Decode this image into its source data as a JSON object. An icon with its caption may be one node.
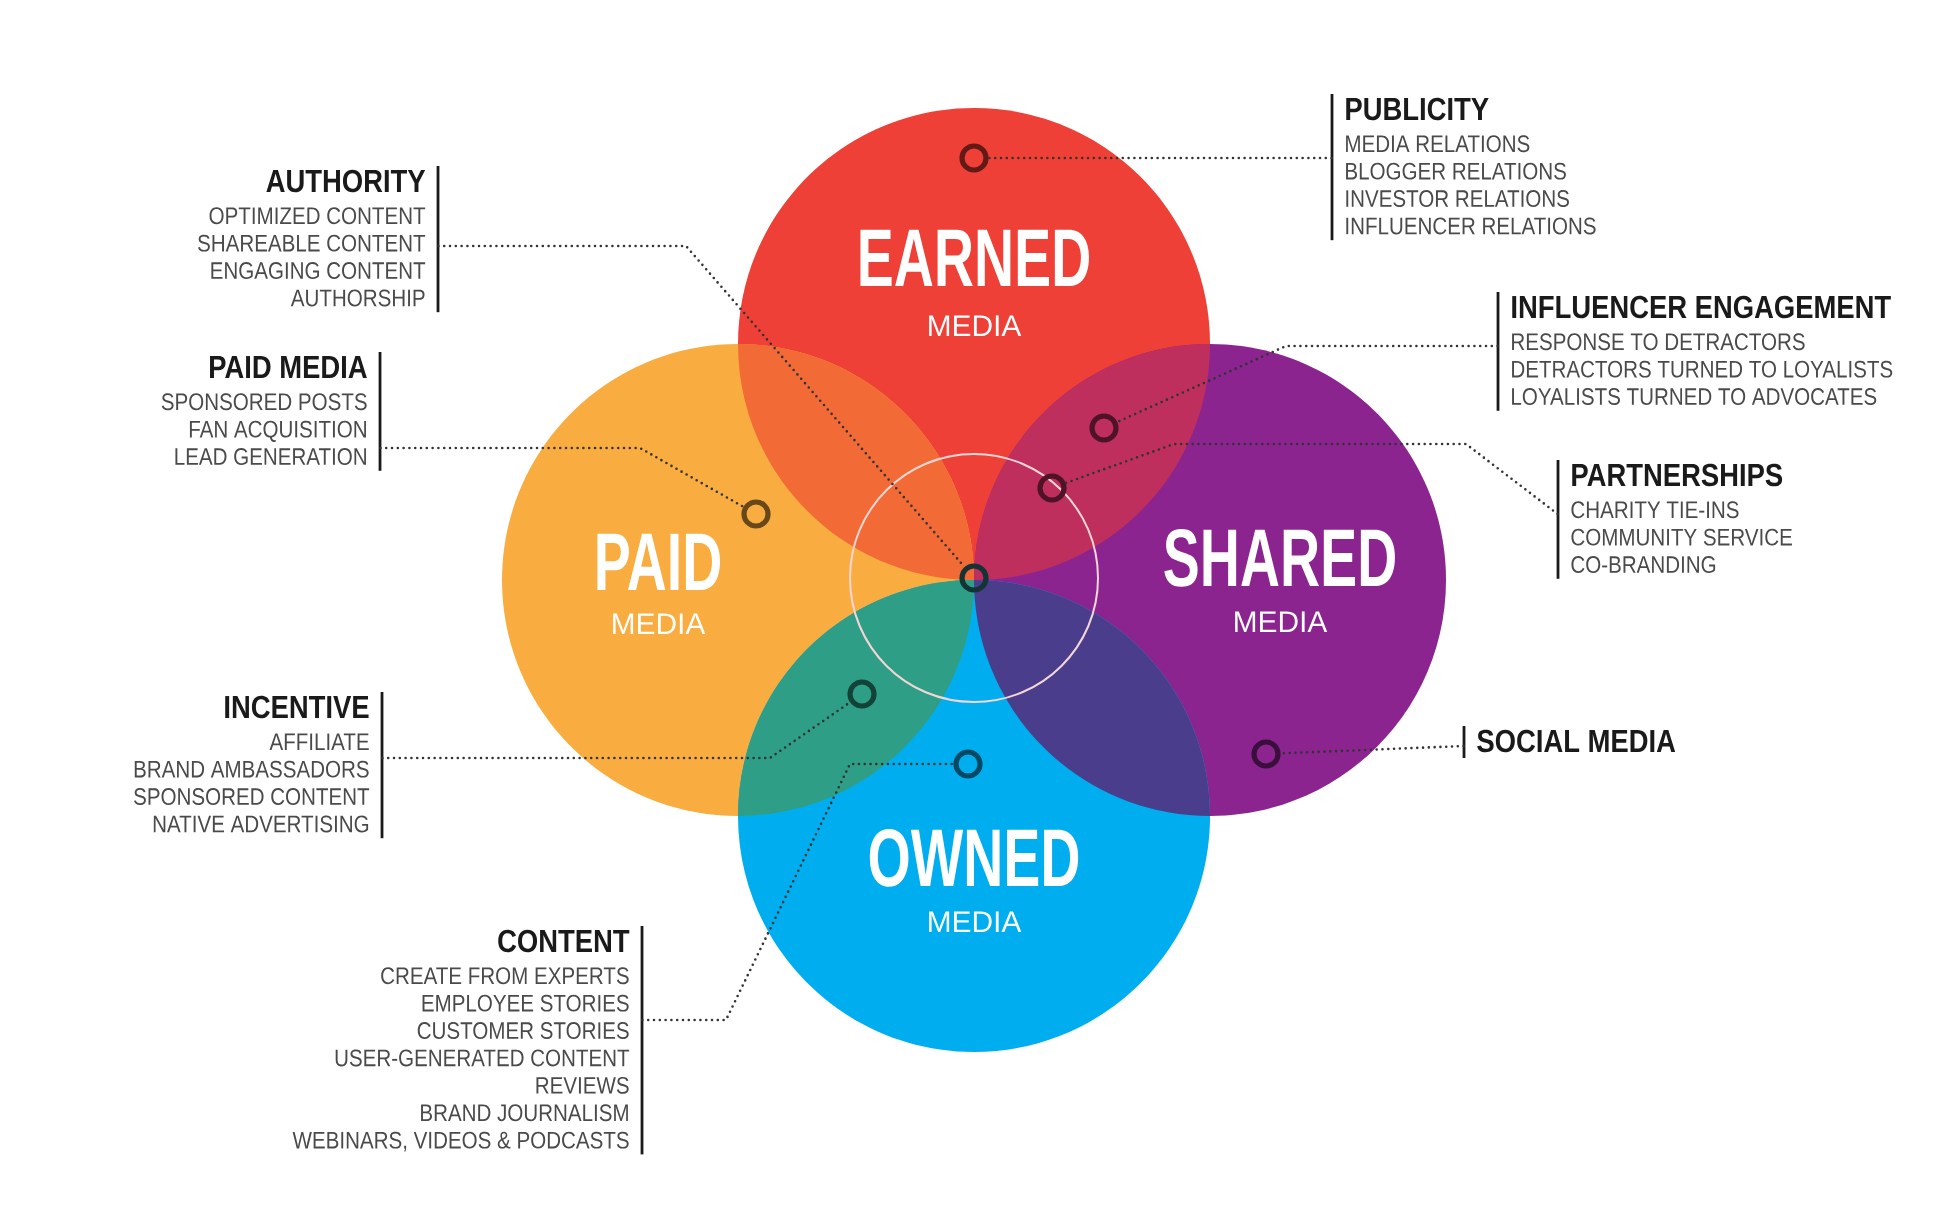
{
  "diagram": {
    "nodes": [
      {
        "text": [
          "PUBLICITY",
          "MEDIA RELATIONS",
          "BLOGGER RELATIONS",
          "INVESTOR RELATIONS",
          "INFLUENCER RELATIONS"
        ]
      },
      {
        "text": [
          "AUTHORITY",
          "OPTIMIZED CONTENT",
          "SHAREABLE CONTENT",
          "ENGAGING CONTENT",
          "AUTHORSHIP"
        ]
      },
      {
        "text": [
          "EARNED",
          "MEDIA"
        ]
      },
      {
        "text": [
          "INFLUENCER ENGAGEMENT",
          "RESPONSE TO DETRACTORS",
          "DETRACTORS TURNED TO LOYALISTS",
          "LOYALISTS TURNED TO ADVOCATES"
        ]
      },
      {
        "text": [
          "PAID MEDIA",
          "SPONSORED POSTS",
          "FAN ACQUISITION",
          "LEAD GENERATION"
        ]
      },
      {
        "text": [
          "PARTNERSHIPS",
          "CHARITY TIE-INS",
          "COMMUNITY SERVICE",
          "CO-BRANDING"
        ]
      },
      {
        "text": [
          "PAID",
          "MEDIA"
        ]
      },
      {
        "text": [
          "SHARED",
          "MEDIA"
        ]
      },
      {
        "text": [
          "INCENTIVE",
          "AFFILIATE",
          "BRAND AMBASSADORS",
          "SPONSORED CONTENT",
          "NATIVE ADVERTISING"
        ]
      },
      {
        "text": [
          "SOCIAL MEDIA"
        ]
      },
      {
        "text": [
          "OWNED",
          "MEDIA"
        ]
      },
      {
        "text": [
          "CONTENT",
          "CREATE FROM EXPERTS",
          "EMPLOYEE STORIES",
          "CUSTOMER STORIES",
          "USER-GENERATED CONTENT",
          "REVIEWS",
          "BRAND JOURNALISM",
          "WEBINARS, VIDEOS & PODCASTS"
        ]
      },
      {
        "text": [],
        "shape": "circle",
        "in": 2
      },
      {
        "text": [],
        "shape": "circle"
      },
      {
        "text": [],
        "shape": "circle"
      },
      {
        "text": [],
        "shape": "circle",
        "in": 6
      },
      {
        "text": [],
        "shape": "circle"
      },
      {
        "text": [],
        "shape": "circle"
      },
      {
        "text": [],
        "shape": "circle",
        "in": 7
      },
      {
        "text": [],
        "shape": "circle",
        "in": 10
      }
    ],
    "edges": [
      {
        "from": 0,
        "to": 12,
        "arrow": "none"
      },
      {
        "from": 1,
        "to": 16,
        "arrow": "none"
      },
      {
        "from": 3,
        "to": 13,
        "arrow": "none"
      },
      {
        "from": 4,
        "to": 15,
        "arrow": "none"
      },
      {
        "from": 5,
        "to": 14,
        "arrow": "none"
      },
      {
        "from": 8,
        "to": 17,
        "arrow": "none"
      },
      {
        "from": 9,
        "to": 18,
        "arrow": "none"
      },
      {
        "from": 11,
        "to": 19,
        "arrow": "none"
      }
    ]
  }
}
